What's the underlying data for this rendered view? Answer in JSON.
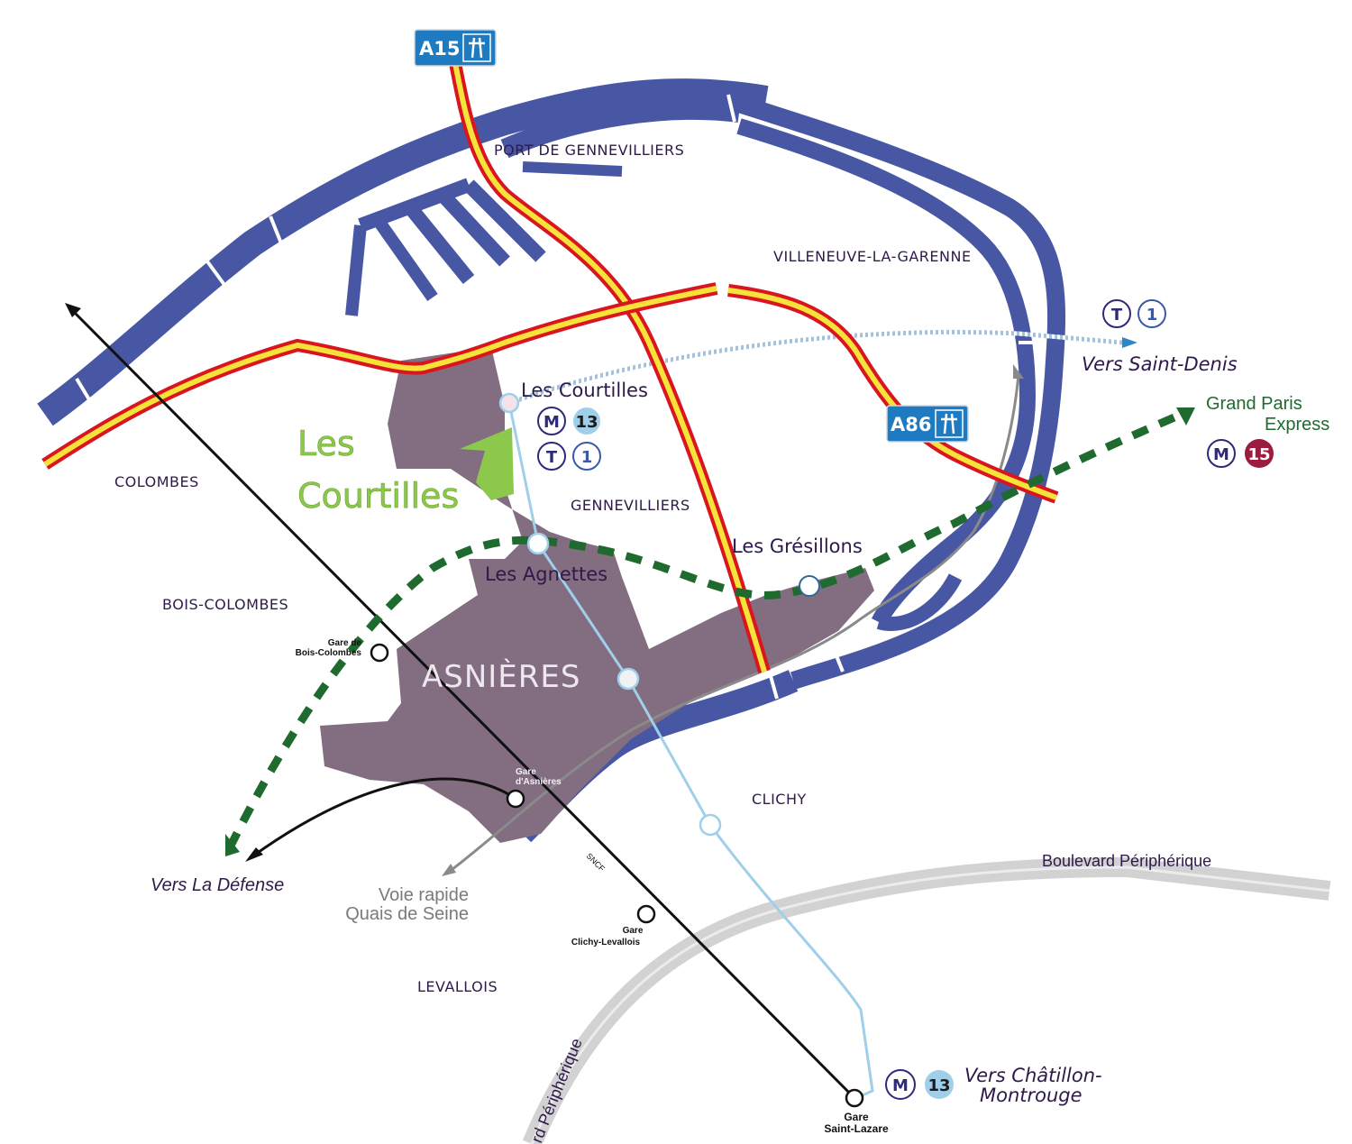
{
  "colors": {
    "river": "#4857a3",
    "commune": "#826e80",
    "highway_outer": "#d9161f",
    "highway_inner": "#f6e33a",
    "metro13": "#9fcfe9",
    "tram_line": "#b9cfe0",
    "sncf": "#111111",
    "gpe": "#1f6a2e",
    "voie_rapide": "#8a8a8a",
    "periph": "#d2d2d2",
    "highlight": "#8cc84b",
    "sign_blue": "#1e7ac1",
    "label": "#2e1a4a",
    "m15": "#9c1b3f"
  },
  "highways": {
    "a15": "A15",
    "a86": "A86"
  },
  "cities": {
    "port": "PORT DE GENNEVILLIERS",
    "villeneuve": "VILLENEUVE-LA-GARENNE",
    "colombes": "COLOMBES",
    "gennevilliers": "GENNEVILLIERS",
    "bois_colombes": "BOIS-COLOMBES",
    "asnieres": "ASNIÈRES",
    "clichy": "CLICHY",
    "levallois": "LEVALLOIS"
  },
  "highlight": {
    "line1": "Les",
    "line2": "Courtilles"
  },
  "stations": {
    "courtilles": "Les Courtilles",
    "agnettes": "Les Agnettes",
    "gresillons": "Les Grésillons"
  },
  "sncf": {
    "line_label": "SNCF",
    "bois_colombes_1": "Gare de",
    "bois_colombes_2": "Bois-Colombes",
    "asnieres_1": "Gare",
    "asnieres_2": "d'Asnières",
    "clichy_1": "Gare",
    "clichy_2": "Clichy-Levallois",
    "lazare_1": "Gare",
    "lazare_2": "Saint-Lazare"
  },
  "badges": {
    "metro": "M",
    "tram": "T",
    "line13": "13",
    "line1": "1",
    "line15": "15"
  },
  "destinations": {
    "saint_denis": "Vers Saint-Denis",
    "gpe_1": "Grand Paris",
    "gpe_2": "Express",
    "la_defense": "Vers La Défense",
    "voie_1": "Voie rapide",
    "voie_2": "Quais de Seine",
    "chatillon_1": "Vers Châtillon-",
    "chatillon_2": "Montrouge",
    "periph": "Boulevard Périphérique",
    "periph_rot": "rd Périphérique"
  }
}
